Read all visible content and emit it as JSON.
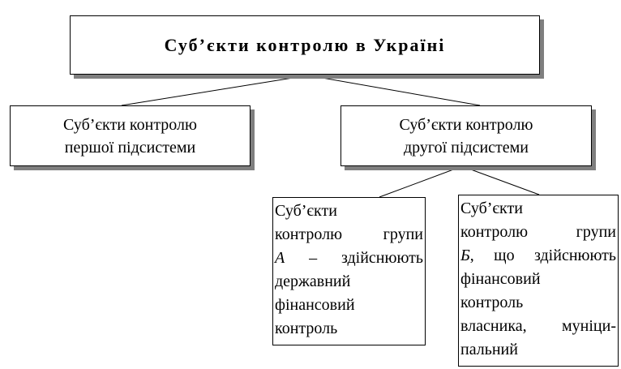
{
  "title": "Суб’єкти контролю в Україні",
  "subsystem1": {
    "lines": [
      "Суб’єкти контролю",
      "першої підсистеми"
    ]
  },
  "subsystem2": {
    "lines": [
      "Суб’єкти контролю",
      "другої підсистеми"
    ]
  },
  "groupA": {
    "line1": "Суб’єкти",
    "line2": "контролю групи",
    "line3_letter": "А",
    "line3_rest": " – здійснюють",
    "line4": "державний",
    "line5": "фінансовий",
    "line6": "контроль"
  },
  "groupB": {
    "line1": "Суб’єкти",
    "line2": "контролю групи",
    "line3_letter": "Б",
    "line3_rest": ", що здійснюють",
    "line4": "фінансовий",
    "line5": "контроль",
    "line6": "власника, муніци-",
    "line7": "пальний"
  },
  "colors": {
    "border": "#000000",
    "shadow": "#7f7f7f",
    "background": "#ffffff"
  }
}
